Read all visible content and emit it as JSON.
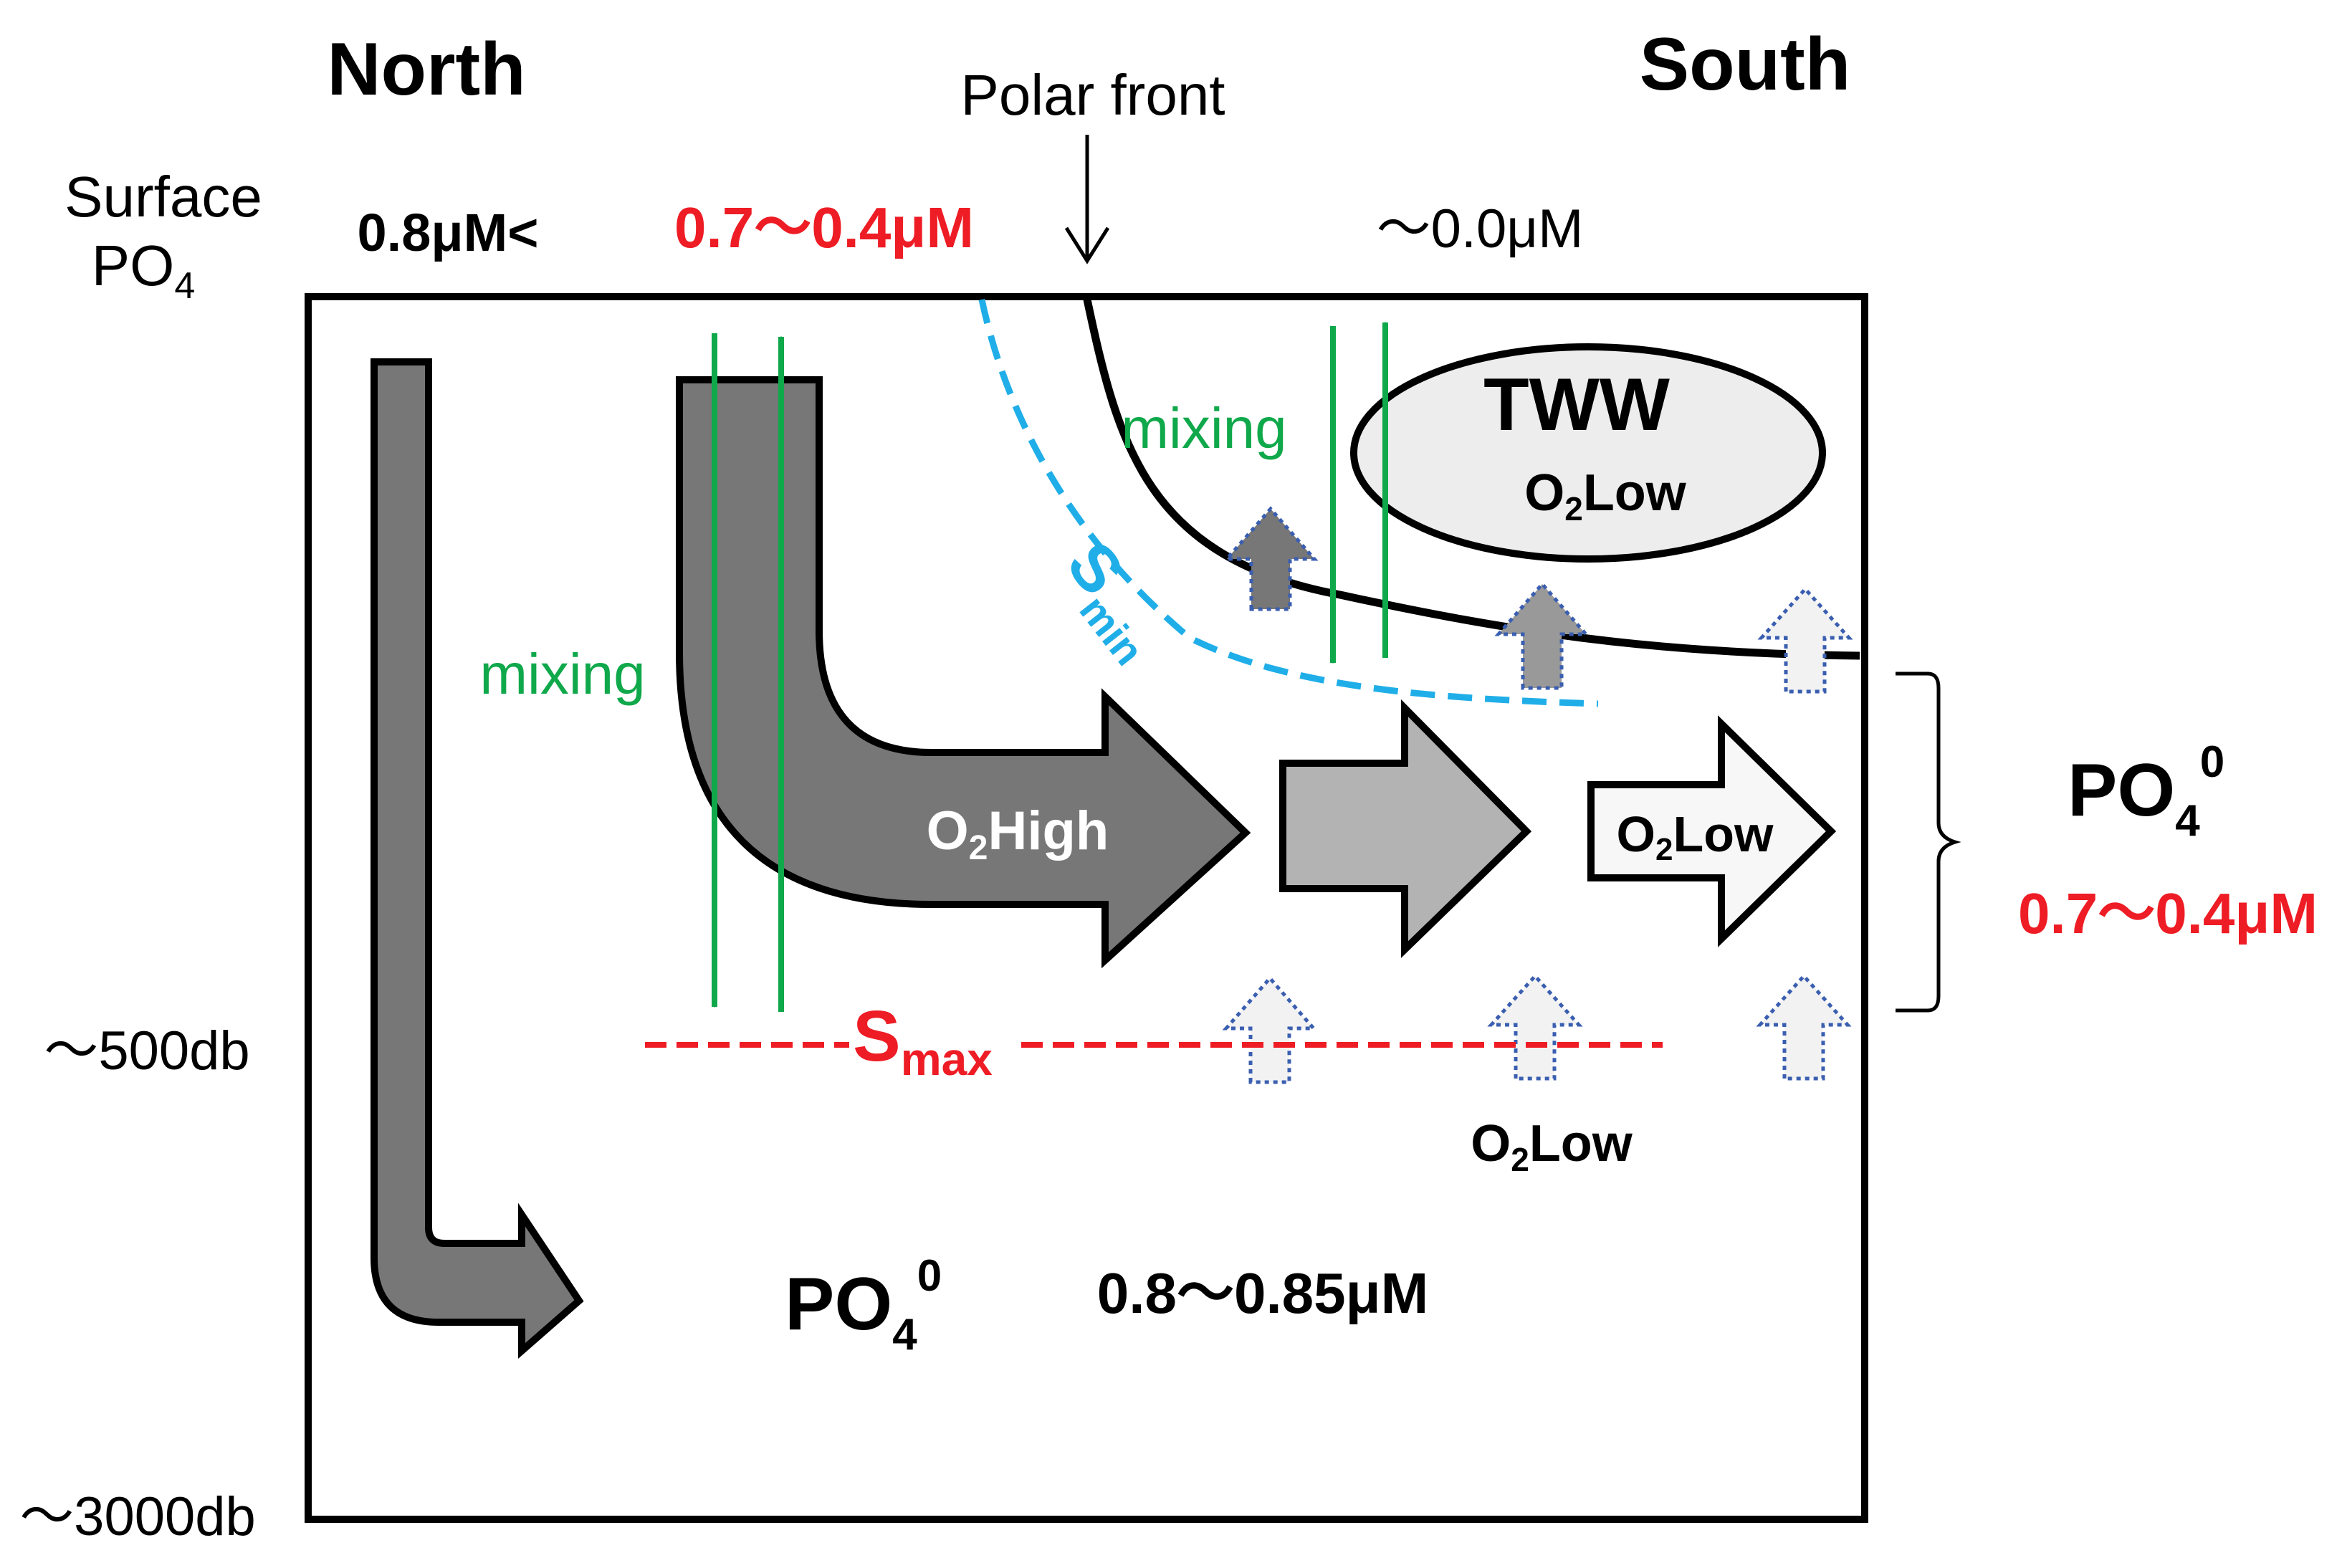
{
  "labels": {
    "north": "North",
    "south": "South",
    "polar_front": "Polar front",
    "surface_po4_line1": "Surface",
    "surface_po4_line2": "PO",
    "surface_po4_sub": "4",
    "depth_500": "～500db",
    "depth_3000": "～3000db"
  },
  "surface_values": {
    "north": "0.8μM<",
    "middle": "0.7～0.4μM",
    "south": "～0.0μM"
  },
  "water_masses": {
    "tww": "TWW",
    "tww_o2": "Low",
    "arrow1_o2": "High",
    "arrow3_o2": "Low",
    "deep_o2": "Low",
    "o2_prefix": "O",
    "o2_sub": "2"
  },
  "mixing": {
    "left": "mixing",
    "right": "mixing"
  },
  "salinity": {
    "s_min": "S",
    "s_min_sub": "min",
    "s_max": "S",
    "s_max_sub": "max"
  },
  "po4_zero": {
    "right_label": "PO",
    "right_sub": "4",
    "right_sup": "0",
    "right_value": "0.7～0.4μM",
    "deep_label": "PO",
    "deep_sub": "4",
    "deep_sup": "0",
    "deep_value": "0.8～0.85μM"
  },
  "colors": {
    "red": "#ee1c24",
    "green": "#0fa84a",
    "blue": "#20aee8",
    "dark_gray": "#777777",
    "mid_gray": "#b3b3b3",
    "light_gray": "#efefef",
    "dotted_blue": "#3a5eb0"
  }
}
